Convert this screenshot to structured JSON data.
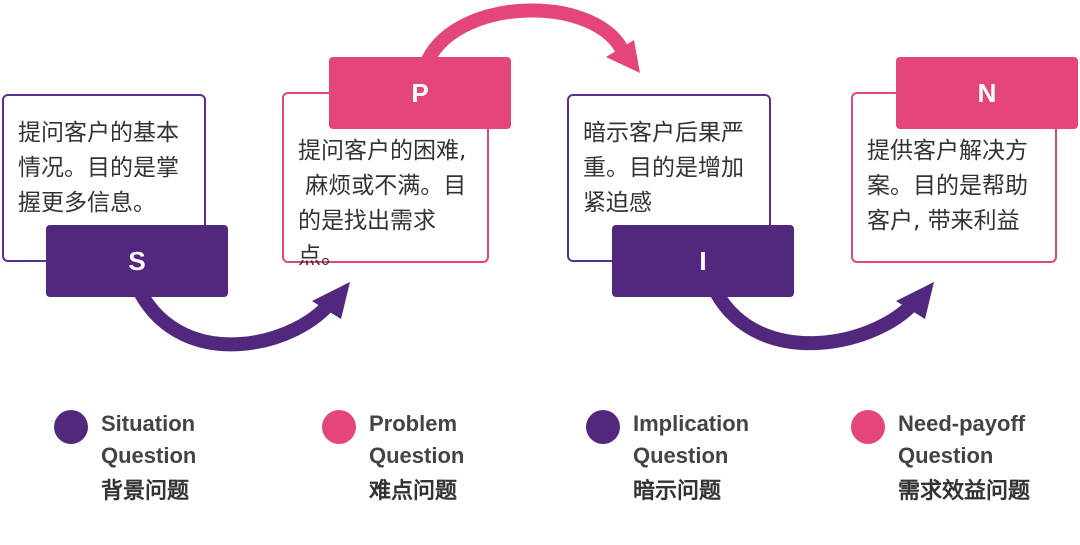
{
  "colors": {
    "purple": "#52287f",
    "pink": "#e4467a",
    "text": "#333333"
  },
  "stages": [
    {
      "letter": "S",
      "description": "提问客户的基本情况。目的是掌握更多信息。",
      "lines": [
        "提问客户的基本",
        "情况。目的是掌",
        "握更多信息。"
      ]
    },
    {
      "letter": "P",
      "description": "提问客户的困难，麻烦或不满。目的是找出需求点。",
      "lines": [
        "提问客户的困难,",
        " 麻烦或不满。目",
        "的是找出需求点。"
      ]
    },
    {
      "letter": "I",
      "description": "暗示客户后果严重。目的是增加紧迫感",
      "lines": [
        "暗示客户后果严",
        "重。目的是增加",
        "紧迫感"
      ]
    },
    {
      "letter": "N",
      "description": "提供客户解决方案。目的是帮助客户，带来利益",
      "lines": [
        "提供客户解决方",
        "案。目的是帮助",
        "客户, 带来利益"
      ]
    }
  ],
  "legend": [
    {
      "name": "Situation",
      "type": "Question",
      "cn": "背景问题",
      "color": "purple"
    },
    {
      "name": "Problem",
      "type": "Question",
      "cn": "难点问题",
      "color": "pink"
    },
    {
      "name": "Implication",
      "type": "Question",
      "cn": "暗示问题",
      "color": "purple"
    },
    {
      "name": "Need-payoff",
      "type": "Question",
      "cn": "需求效益问题",
      "color": "pink"
    }
  ]
}
